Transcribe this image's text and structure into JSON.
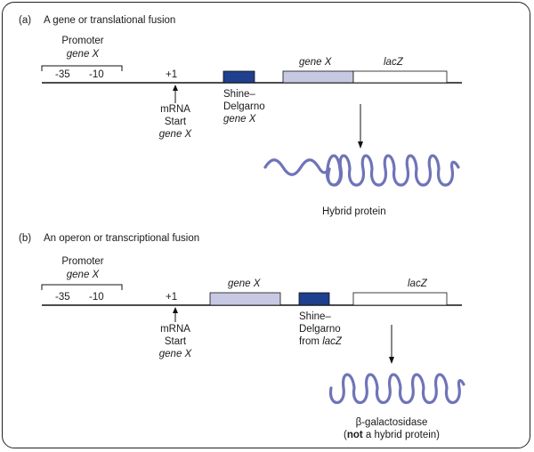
{
  "panel_a": {
    "label": "(a)",
    "title": "A gene or translational fusion",
    "promoter_label": "Promoter",
    "promoter_gene": "gene X",
    "minus35": "-35",
    "minus10": "-10",
    "plus1": "+1",
    "mrna_lines": [
      "mRNA",
      "Start",
      "gene X"
    ],
    "sd_lines": [
      "Shine–",
      "Delgarno",
      "gene X"
    ],
    "gene_x_label": "gene X",
    "lacz_label": "lacZ",
    "product_label": "Hybrid protein"
  },
  "panel_b": {
    "label": "(b)",
    "title": "An operon or transcriptional fusion",
    "promoter_label": "Promoter",
    "promoter_gene": "gene X",
    "minus35": "-35",
    "minus10": "-10",
    "plus1": "+1",
    "mrna_lines": [
      "mRNA",
      "Start",
      "gene X"
    ],
    "gene_x_label": "gene X",
    "sd_lines": [
      "Shine–",
      "Delgarno"
    ],
    "sd_from_prefix": "from ",
    "sd_from_gene": "lacZ",
    "lacz_label": "lacZ",
    "product_line1": "β-galactosidase",
    "product_open": "(",
    "product_bold": "not",
    "product_rest": " a hybrid protein)"
  },
  "colors": {
    "shine_dalgarno_box": "#1f3f8f",
    "gene_x_box": "#c7c9e3",
    "lacz_box": "#ffffff",
    "protein_coil": "#6f74b8",
    "dna_line": "#111111"
  }
}
